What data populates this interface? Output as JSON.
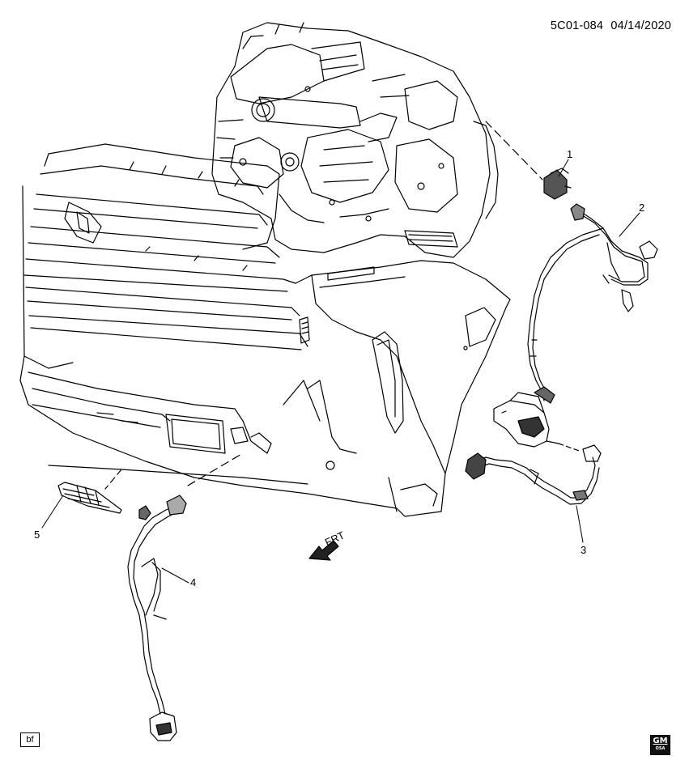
{
  "header": {
    "diagram_id": "5C01-084",
    "date": "04/14/2020"
  },
  "callouts": [
    {
      "number": "1"
    },
    {
      "number": "2"
    },
    {
      "number": "3"
    },
    {
      "number": "4"
    },
    {
      "number": "5"
    }
  ],
  "direction_indicator": {
    "text": "FRT",
    "icon": "arrow-front-icon"
  },
  "footer": {
    "bf_tag": "bf",
    "logo_text": "GM",
    "logo_sub": "OSA"
  }
}
